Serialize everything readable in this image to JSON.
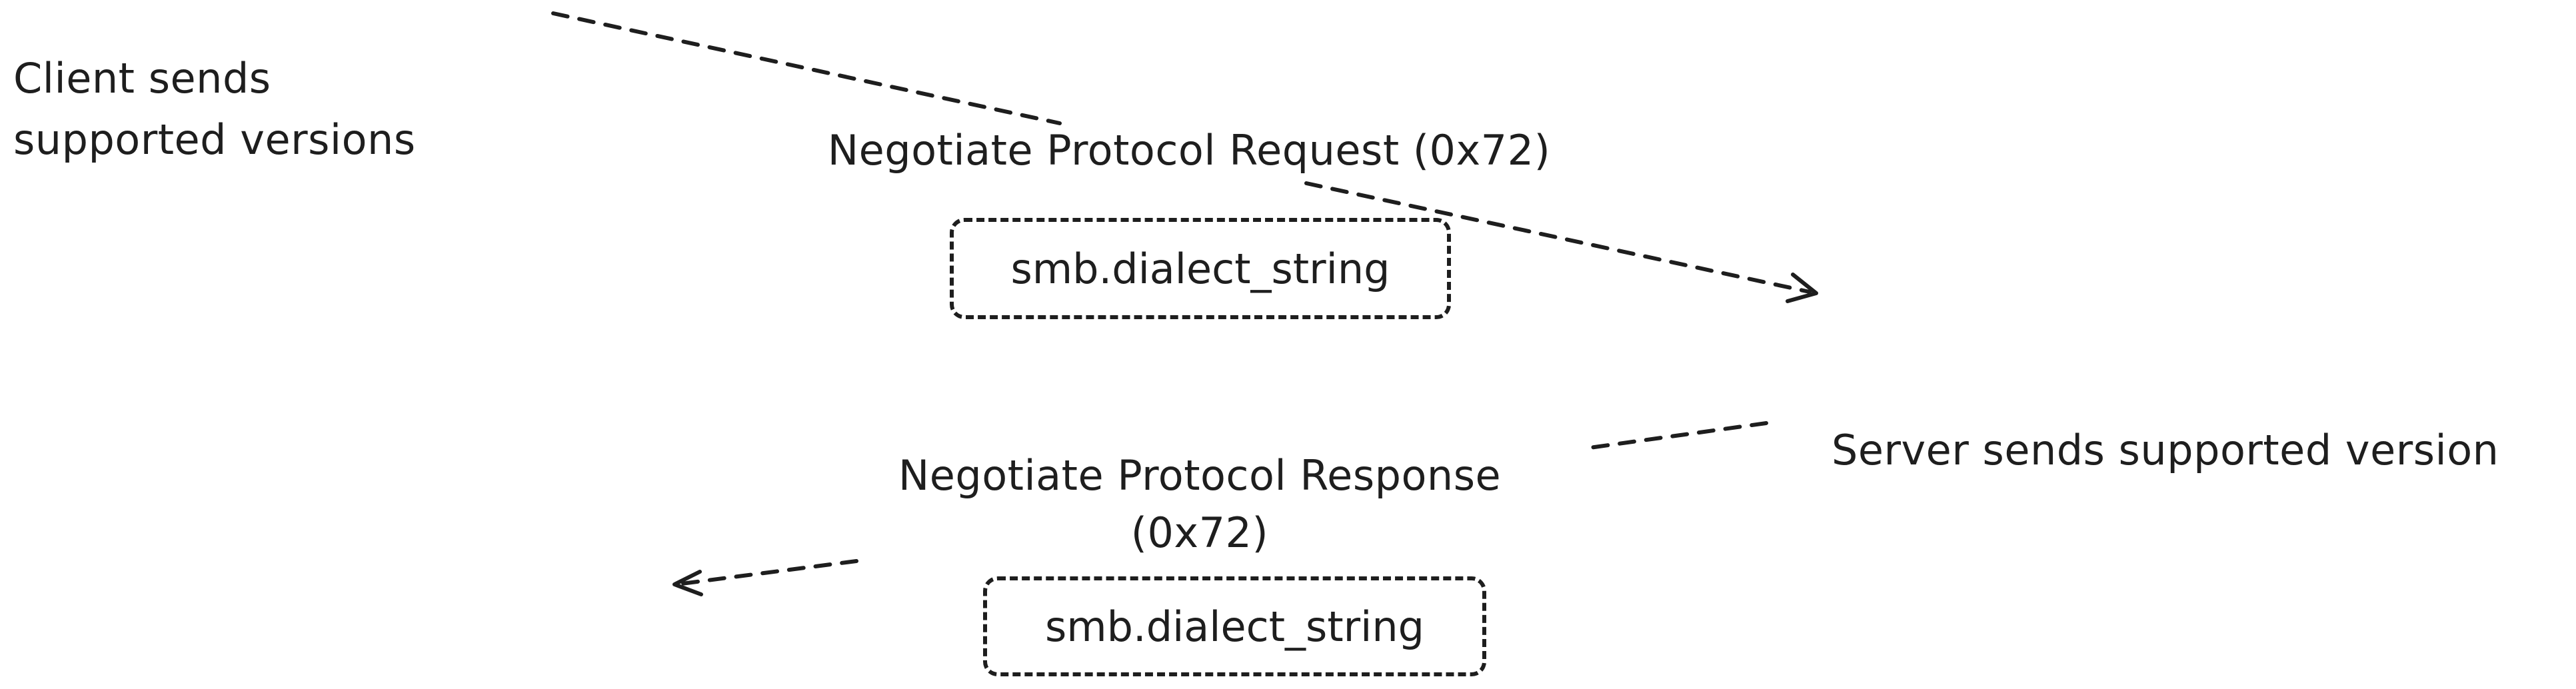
{
  "client_note": {
    "line1": "Client sends",
    "line2": "supported versions"
  },
  "request": {
    "title": "Negotiate Protocol Request (0x72)",
    "field": "smb.dialect_string"
  },
  "server_note": "Server sends supported version",
  "response": {
    "title_line1": "Negotiate Protocol Response",
    "title_line2": "(0x72)",
    "field": "smb.dialect_string"
  },
  "colors": {
    "stroke": "#1e1e1e",
    "background": "#ffffff"
  }
}
